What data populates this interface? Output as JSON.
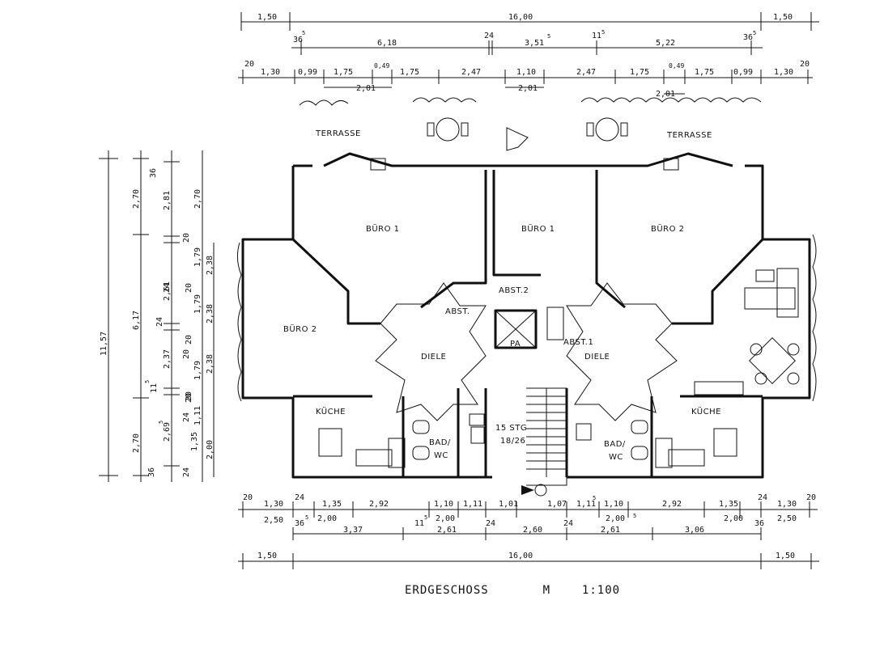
{
  "plan": {
    "dims_top_total": [
      "1,50",
      "16,00",
      "1,50"
    ],
    "dims_top_second": [
      "36",
      "5",
      "6,18",
      "24",
      "3,51",
      "5",
      "11",
      "5",
      "5,22",
      "36",
      "5"
    ],
    "dims_top_third": [
      "20",
      "1,30",
      "0,99",
      "1,75",
      "0,49",
      "1,75",
      "2,47",
      "1,10",
      "2,47",
      "1,75",
      "0,49",
      "1,75",
      "0,99",
      "1,30",
      "20"
    ],
    "dims_top_fourth": [
      "2,01",
      "2,01",
      "2,01"
    ],
    "dims_left_outer": [
      "11,57"
    ],
    "dims_left_mid": [
      "2,70",
      "6,17",
      "2,70",
      "36",
      "11",
      "5"
    ],
    "dims_left_inner": [
      "36",
      "2,81",
      "20",
      "24",
      "2,61",
      "24",
      "2,37",
      "20",
      "2,69",
      "5",
      "24",
      "1,35",
      "24"
    ],
    "dims_left_right": [
      "2,70",
      "1,79",
      "20",
      "1,79",
      "20",
      "1,79",
      "20",
      "1,11",
      "20",
      "2,00",
      "2,38",
      "2,38",
      "2,38"
    ],
    "dims_bottom_first": [
      "20",
      "1,30",
      "24",
      "1,35",
      "2,92",
      "1,10",
      "1,11",
      "1,01",
      "1,07",
      "1,11",
      "5",
      "1,10",
      "2,92",
      "1,35",
      "24",
      "1,30",
      "20"
    ],
    "dims_bottom_second": [
      "2,50",
      "36",
      "5",
      "2,00",
      "11",
      "5",
      "2,00",
      "2,00",
      "5",
      "2,00",
      "36",
      "2,50"
    ],
    "dims_bottom_third": [
      "3,37",
      "2,61",
      "24",
      "2,60",
      "24",
      "2,61",
      "3,06"
    ],
    "dims_bottom_total": [
      "1,50",
      "16,00",
      "1,50"
    ],
    "rooms": {
      "terrasse_left": "TERRASSE",
      "terrasse_right": "TERRASSE",
      "buero1_left": "BÜRO   1",
      "buero1_mid": "BÜRO   1",
      "buero2_right": "BÜRO   2",
      "buero2_left": "BÜRO  2",
      "abst2": "ABST.2",
      "abst": "ABST.",
      "abst1": "ABST.1",
      "pa": "PA",
      "diele_left": "DIELE",
      "diele_right": "DIELE",
      "kueche_left": "KÜCHE",
      "kueche_right": "KÜCHE",
      "bad_left": "BAD/",
      "wc_left": "WC",
      "bad_right": "BAD/",
      "wc_right": "WC",
      "stairs": "15 STG",
      "stairs_ratio": "18/26"
    }
  },
  "caption": {
    "title": "ERDGESCHOSS",
    "m": "M",
    "scale": "1:100"
  }
}
